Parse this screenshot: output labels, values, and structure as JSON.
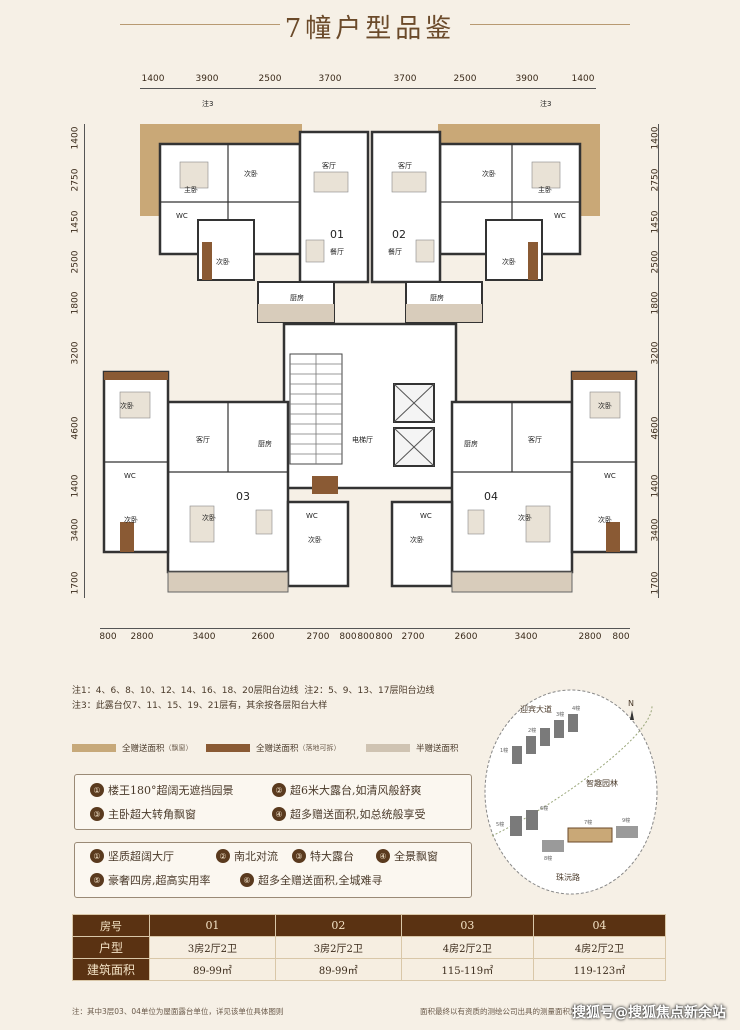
{
  "title": "7幢户型品鉴",
  "dims": {
    "top": [
      "1400",
      "3900",
      "2500",
      "3700",
      "3700",
      "2500",
      "3900",
      "1400"
    ],
    "bottom": [
      "800",
      "2800",
      "3400",
      "2600",
      "2700",
      "800",
      "800",
      "800",
      "2700",
      "2600",
      "3400",
      "2800",
      "800"
    ],
    "left": [
      "1400",
      "2750",
      "1450",
      "2500",
      "1800",
      "3200",
      "4600",
      "1400",
      "3400",
      "1700"
    ],
    "right": [
      "1400",
      "2750",
      "1450",
      "2500",
      "1800",
      "3200",
      "4600",
      "1400",
      "3400",
      "1700"
    ]
  },
  "plan": {
    "tag1": "注3",
    "tag2": "注3",
    "tag_b1": "注1",
    "tag_b2": "注2",
    "tag_b3": "注1",
    "tag_b4": "注2",
    "units": [
      "01",
      "02",
      "03",
      "04"
    ],
    "rooms": {
      "master": "主卧",
      "bed": "次卧",
      "wc": "WC",
      "living": "客厅",
      "dining": "餐厅",
      "kitchen": "厨房",
      "lobby": "电梯厅"
    }
  },
  "notes": [
    "注1：4、6、8、10、12、14、16、18、20层阳台边线",
    "注2：5、9、13、17层阳台边线",
    "注3：此露台仅7、11、15、19、21层有，其余按各层阳台大样"
  ],
  "legend": [
    {
      "label": "全赠送面积",
      "sub": "（飘窗）",
      "color": "#c7a97a"
    },
    {
      "label": "全赠送面积",
      "sub": "（落地可拆）",
      "color": "#8a5a34"
    },
    {
      "label": "半赠送面积",
      "sub": "",
      "color": "#cfc3b2"
    }
  ],
  "features1": [
    {
      "icon": "①",
      "text": "楼王180°超阔无遮挡园景"
    },
    {
      "icon": "②",
      "text": "超6米大露台,如清风般舒爽"
    },
    {
      "icon": "③",
      "text": "主卧超大转角飘窗"
    },
    {
      "icon": "④",
      "text": "超多赠送面积,如总统般享受"
    }
  ],
  "features2": [
    {
      "icon": "①",
      "text": "坚质超阔大厅"
    },
    {
      "icon": "②",
      "text": "南北对流"
    },
    {
      "icon": "③",
      "text": "特大露台"
    },
    {
      "icon": "④",
      "text": "全景飘窗"
    },
    {
      "icon": "⑤",
      "text": "豪奢四房,超高实用率"
    },
    {
      "icon": "⑥",
      "text": "超多全赠送面积,全城难寻"
    }
  ],
  "map": {
    "road1": "迎宾大道",
    "road2": "智趣园林",
    "road3": "珠沅路",
    "north": "N",
    "buildings": [
      "1幢",
      "2幢",
      "3幢",
      "4幢",
      "5幢",
      "6幢",
      "7幢",
      "8幢",
      "9幢"
    ]
  },
  "table": {
    "headers": [
      "房号",
      "01",
      "02",
      "03",
      "04"
    ],
    "rows": [
      [
        "户型",
        "3房2厅2卫",
        "3房2厅2卫",
        "4房2厅2卫",
        "4房2厅2卫"
      ],
      [
        "建筑面积",
        "89-99㎡",
        "89-99㎡",
        "115-119㎡",
        "119-123㎡"
      ]
    ]
  },
  "footer_left": "注：其中3层03、04单位为屋面露台单位，详见该单位具体图则",
  "footer_right": "面积最终以有资质的测绘公司出具的测量面积为准",
  "watermark": "搜狐号@搜狐焦点新余站"
}
